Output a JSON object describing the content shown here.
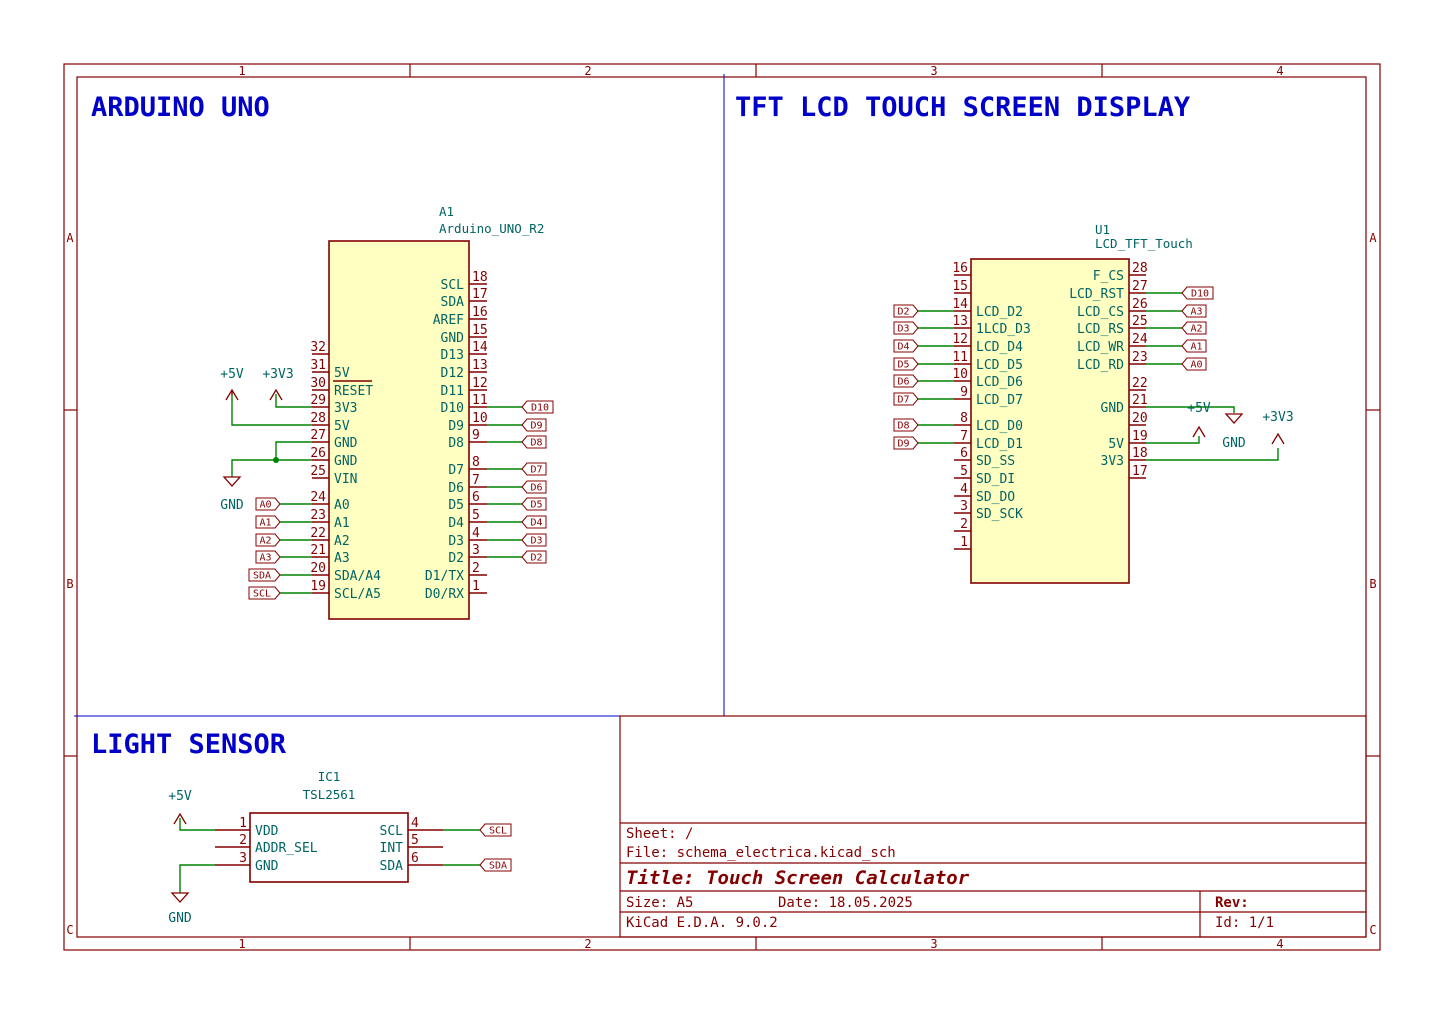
{
  "sheet": {
    "zone_columns": [
      "1",
      "2",
      "3",
      "4"
    ],
    "zone_rows": [
      "A",
      "B",
      "C"
    ]
  },
  "sections": {
    "arduino": "ARDUINO UNO",
    "tft": "TFT LCD TOUCH SCREEN DISPLAY",
    "sensor": "LIGHT SENSOR"
  },
  "components": {
    "arduino": {
      "ref": "A1",
      "value": "Arduino_UNO_R2",
      "left_pins": [
        {
          "num": "32",
          "name": ""
        },
        {
          "num": "31",
          "name": "5V"
        },
        {
          "num": "30",
          "name": "RESET"
        },
        {
          "num": "29",
          "name": "3V3"
        },
        {
          "num": "28",
          "name": "5V"
        },
        {
          "num": "27",
          "name": "GND"
        },
        {
          "num": "26",
          "name": "GND"
        },
        {
          "num": "25",
          "name": "VIN"
        },
        {
          "num": "24",
          "name": "A0"
        },
        {
          "num": "23",
          "name": "A1"
        },
        {
          "num": "22",
          "name": "A2"
        },
        {
          "num": "21",
          "name": "A3"
        },
        {
          "num": "20",
          "name": "SDA/A4"
        },
        {
          "num": "19",
          "name": "SCL/A5"
        }
      ],
      "right_pins": [
        {
          "num": "18",
          "name": "SCL"
        },
        {
          "num": "17",
          "name": "SDA"
        },
        {
          "num": "16",
          "name": "AREF"
        },
        {
          "num": "15",
          "name": "GND"
        },
        {
          "num": "14",
          "name": "D13"
        },
        {
          "num": "13",
          "name": "D12"
        },
        {
          "num": "12",
          "name": "D11"
        },
        {
          "num": "11",
          "name": "D10"
        },
        {
          "num": "10",
          "name": "D9"
        },
        {
          "num": "9",
          "name": "D8"
        },
        {
          "num": "8",
          "name": "D7"
        },
        {
          "num": "7",
          "name": "D6"
        },
        {
          "num": "6",
          "name": "D5"
        },
        {
          "num": "5",
          "name": "D4"
        },
        {
          "num": "4",
          "name": "D3"
        },
        {
          "num": "3",
          "name": "D2"
        },
        {
          "num": "2",
          "name": "D1/TX"
        },
        {
          "num": "1",
          "name": "D0/RX"
        }
      ],
      "left_labels": [
        "A0",
        "A1",
        "A2",
        "A3",
        "SDA",
        "SCL"
      ],
      "right_labels": [
        "D10",
        "D9",
        "D8",
        "D7",
        "D6",
        "D5",
        "D4",
        "D3",
        "D2"
      ],
      "power": [
        "+5V",
        "+3V3",
        "GND"
      ]
    },
    "tft": {
      "ref": "U1",
      "value": "LCD_TFT_Touch",
      "left_pins": [
        {
          "num": "16",
          "name": ""
        },
        {
          "num": "15",
          "name": ""
        },
        {
          "num": "14",
          "name": "LCD_D2"
        },
        {
          "num": "13",
          "name": "1LCD_D3"
        },
        {
          "num": "12",
          "name": "LCD_D4"
        },
        {
          "num": "11",
          "name": "LCD_D5"
        },
        {
          "num": "10",
          "name": "LCD_D6"
        },
        {
          "num": "9",
          "name": "LCD_D7"
        },
        {
          "num": "8",
          "name": "LCD_D0"
        },
        {
          "num": "7",
          "name": "LCD_D1"
        },
        {
          "num": "6",
          "name": "SD_SS"
        },
        {
          "num": "5",
          "name": "SD_DI"
        },
        {
          "num": "4",
          "name": "SD_DO"
        },
        {
          "num": "3",
          "name": "SD_SCK"
        },
        {
          "num": "2",
          "name": ""
        },
        {
          "num": "1",
          "name": ""
        }
      ],
      "right_pins": [
        {
          "num": "28",
          "name": "F_CS"
        },
        {
          "num": "27",
          "name": "LCD_RST"
        },
        {
          "num": "26",
          "name": "LCD_CS"
        },
        {
          "num": "25",
          "name": "LCD_RS"
        },
        {
          "num": "24",
          "name": "LCD_WR"
        },
        {
          "num": "23",
          "name": "LCD_RD"
        },
        {
          "num": "22",
          "name": ""
        },
        {
          "num": "21",
          "name": "GND"
        },
        {
          "num": "20",
          "name": ""
        },
        {
          "num": "19",
          "name": "5V"
        },
        {
          "num": "18",
          "name": "3V3"
        },
        {
          "num": "17",
          "name": ""
        }
      ],
      "left_labels": [
        "D2",
        "D3",
        "D4",
        "D5",
        "D6",
        "D7",
        "D8",
        "D9"
      ],
      "right_labels": [
        "D10",
        "A3",
        "A2",
        "A1",
        "A0"
      ],
      "power": [
        "+5V",
        "GND",
        "+3V3"
      ]
    },
    "sensor": {
      "ref": "IC1",
      "value": "TSL2561",
      "left_pins": [
        {
          "num": "1",
          "name": "VDD"
        },
        {
          "num": "2",
          "name": "ADDR_SEL"
        },
        {
          "num": "3",
          "name": "GND"
        }
      ],
      "right_pins": [
        {
          "num": "4",
          "name": "SCL"
        },
        {
          "num": "5",
          "name": "INT"
        },
        {
          "num": "6",
          "name": "SDA"
        }
      ],
      "right_labels": [
        "SCL",
        "SDA"
      ],
      "power": [
        "+5V",
        "GND"
      ]
    }
  },
  "title_block": {
    "sheet": "Sheet: /",
    "file": "File: schema_electrica.kicad_sch",
    "title": "Title: Touch Screen Calculator",
    "size": "Size: A5",
    "date": "Date: 18.05.2025",
    "rev": "Rev:",
    "tool": "KiCad E.D.A. 9.0.2",
    "id": "Id: 1/1"
  }
}
